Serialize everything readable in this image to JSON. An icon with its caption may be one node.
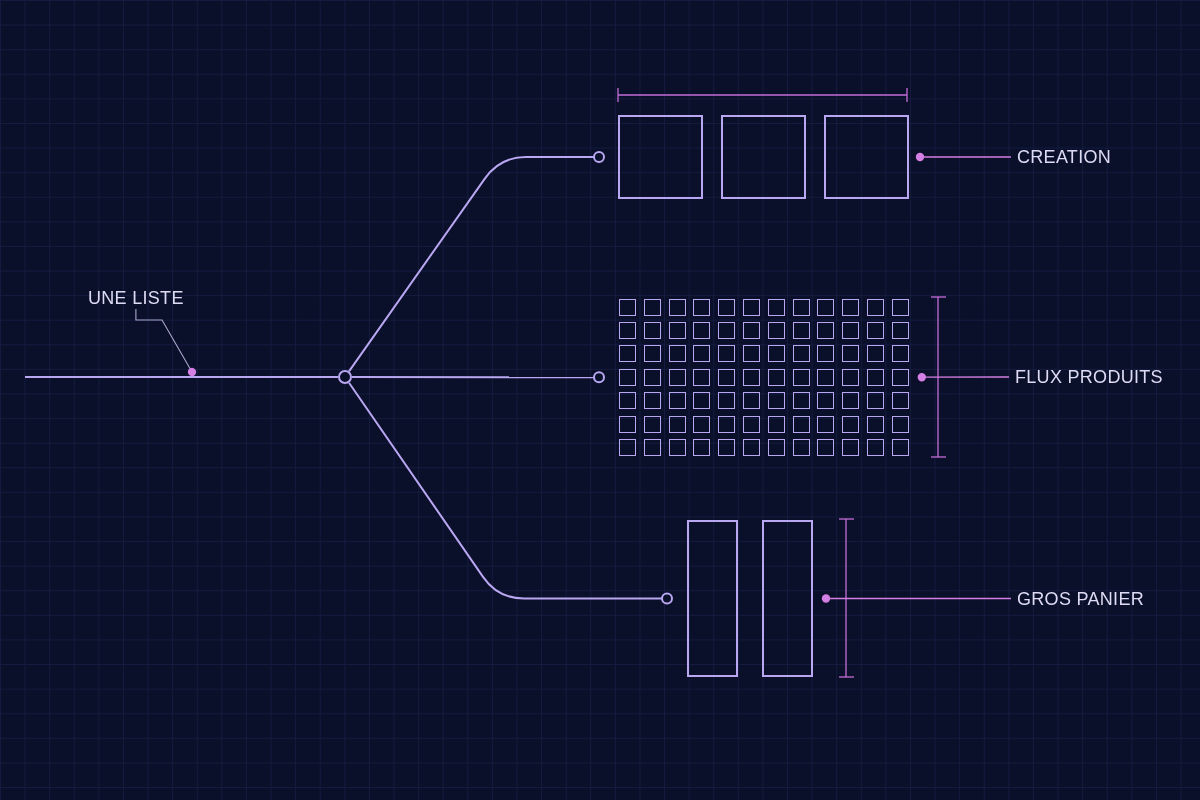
{
  "diagram": {
    "nodes": [
      {
        "text": [
          "UNE LISTE"
        ]
      },
      {
        "text": [],
        "shape": "circle"
      },
      {
        "text": [],
        "shape": "box"
      },
      {
        "text": [],
        "shape": "box"
      },
      {
        "text": [],
        "shape": "box"
      },
      {
        "text": [
          "CREATION"
        ]
      },
      {
        "text": [],
        "shape": "box"
      },
      {
        "text": [],
        "shape": "box"
      },
      {
        "text": [],
        "shape": "box"
      },
      {
        "text": [],
        "shape": "box"
      },
      {
        "text": [],
        "shape": "box"
      },
      {
        "text": [],
        "shape": "box"
      },
      {
        "text": [],
        "shape": "box"
      },
      {
        "text": [],
        "shape": "box"
      },
      {
        "text": [],
        "shape": "box"
      },
      {
        "text": [],
        "shape": "box"
      },
      {
        "text": [],
        "shape": "box"
      },
      {
        "text": [],
        "shape": "box"
      },
      {
        "text": [],
        "shape": "box"
      },
      {
        "text": [],
        "shape": "box"
      },
      {
        "text": [],
        "shape": "box"
      },
      {
        "text": [],
        "shape": "box"
      },
      {
        "text": [],
        "shape": "box"
      },
      {
        "text": [],
        "shape": "box"
      },
      {
        "text": [],
        "shape": "box"
      },
      {
        "text": [],
        "shape": "box"
      },
      {
        "text": [],
        "shape": "box"
      },
      {
        "text": [],
        "shape": "box"
      },
      {
        "text": [],
        "shape": "box"
      },
      {
        "text": [],
        "shape": "box"
      },
      {
        "text": [],
        "shape": "box"
      },
      {
        "text": [],
        "shape": "box"
      },
      {
        "text": [],
        "shape": "box"
      },
      {
        "text": [],
        "shape": "box"
      },
      {
        "text": [],
        "shape": "box"
      },
      {
        "text": [],
        "shape": "box"
      },
      {
        "text": [],
        "shape": "box"
      },
      {
        "text": [],
        "shape": "box"
      },
      {
        "text": [],
        "shape": "box"
      },
      {
        "text": [],
        "shape": "box"
      },
      {
        "text": [],
        "shape": "box"
      },
      {
        "text": [],
        "shape": "box"
      },
      {
        "text": [],
        "shape": "box"
      },
      {
        "text": [],
        "shape": "box"
      },
      {
        "text": [],
        "shape": "box"
      },
      {
        "text": [],
        "shape": "box"
      },
      {
        "text": [],
        "shape": "box"
      },
      {
        "text": [],
        "shape": "box"
      },
      {
        "text": [],
        "shape": "box"
      },
      {
        "text": [],
        "shape": "box"
      },
      {
        "text": [],
        "shape": "box"
      },
      {
        "text": [],
        "shape": "box"
      },
      {
        "text": [],
        "shape": "box"
      },
      {
        "text": [],
        "shape": "box"
      },
      {
        "text": [],
        "shape": "box"
      },
      {
        "text": [],
        "shape": "box"
      },
      {
        "text": [],
        "shape": "box"
      },
      {
        "text": [],
        "shape": "box"
      },
      {
        "text": [],
        "shape": "box"
      },
      {
        "text": [],
        "shape": "box"
      },
      {
        "text": [],
        "shape": "box"
      },
      {
        "text": [],
        "shape": "box"
      },
      {
        "text": [],
        "shape": "box"
      },
      {
        "text": [],
        "shape": "box"
      },
      {
        "text": [],
        "shape": "box"
      },
      {
        "text": [],
        "shape": "box"
      },
      {
        "text": [],
        "shape": "box"
      },
      {
        "text": [],
        "shape": "box"
      },
      {
        "text": [],
        "shape": "box"
      },
      {
        "text": [],
        "shape": "box"
      },
      {
        "text": [],
        "shape": "box"
      },
      {
        "text": [],
        "shape": "box"
      },
      {
        "text": [],
        "shape": "box"
      },
      {
        "text": [],
        "shape": "box"
      },
      {
        "text": [],
        "shape": "box"
      },
      {
        "text": [],
        "shape": "box"
      },
      {
        "text": [],
        "shape": "box"
      },
      {
        "text": [],
        "shape": "box"
      },
      {
        "text": [],
        "shape": "box"
      },
      {
        "text": [],
        "shape": "box"
      },
      {
        "text": [],
        "shape": "box"
      },
      {
        "text": [],
        "shape": "box"
      },
      {
        "text": [],
        "shape": "box"
      },
      {
        "text": [],
        "shape": "box"
      },
      {
        "text": [],
        "shape": "box"
      },
      {
        "text": [],
        "shape": "box"
      },
      {
        "text": [],
        "shape": "box"
      },
      {
        "text": [],
        "shape": "box"
      },
      {
        "text": [],
        "shape": "box"
      },
      {
        "text": [],
        "shape": "box"
      },
      {
        "text": [
          "FLUX PRODUITS"
        ]
      },
      {
        "text": [],
        "shape": "box"
      },
      {
        "text": [],
        "shape": "box"
      },
      {
        "text": [
          "GROS PANIER"
        ]
      }
    ],
    "edges": [
      {
        "from": null,
        "to": 1,
        "arrow": "none"
      },
      {
        "from": 0,
        "to": null,
        "arrow": "other"
      },
      {
        "from": 1,
        "to": 2,
        "arrow": "other"
      },
      {
        "from": 1,
        "to": 42,
        "arrow": "other"
      },
      {
        "from": 1,
        "to": 91,
        "arrow": "other"
      },
      {
        "from": 5,
        "to": 4,
        "arrow": "other",
        "color": "#d47fe3"
      },
      {
        "from": 90,
        "to": 53,
        "arrow": "other",
        "color": "#d47fe3"
      },
      {
        "from": 93,
        "to": 92,
        "arrow": "other",
        "color": "#d47fe3"
      }
    ]
  }
}
